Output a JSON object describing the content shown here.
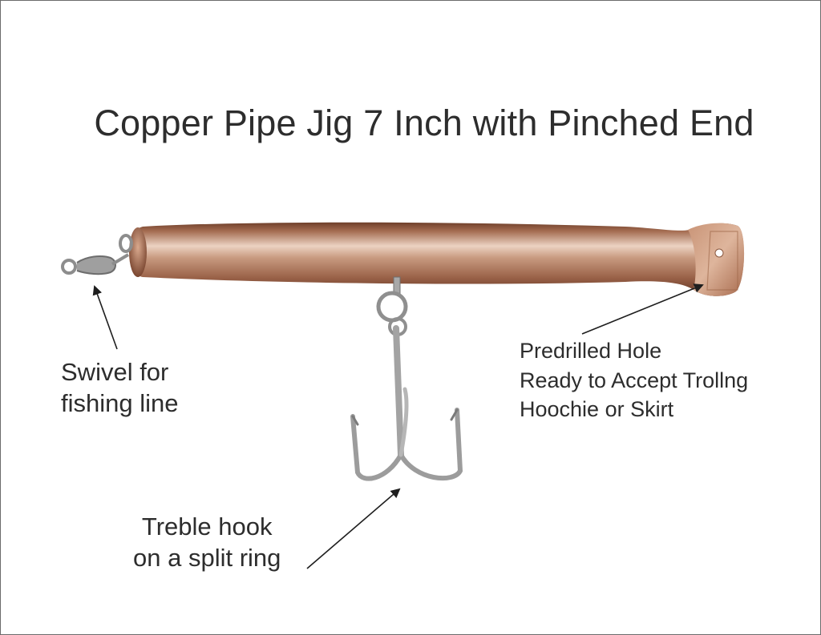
{
  "title": "Copper Pipe Jig 7 Inch with Pinched End",
  "annotations": {
    "swivel": [
      "Swivel for",
      "fishing line"
    ],
    "hole": [
      "Predrilled Hole",
      "Ready to Accept Trollng",
      "Hoochie or Skirt"
    ],
    "hook": [
      "Treble hook",
      "on a split ring"
    ]
  },
  "colors": {
    "copper_dark": "#7a4630",
    "copper_mid": "#b27a5f",
    "copper_light": "#e6c4b0",
    "steel": "#9a9a9a",
    "text": "#2d2d2d"
  }
}
